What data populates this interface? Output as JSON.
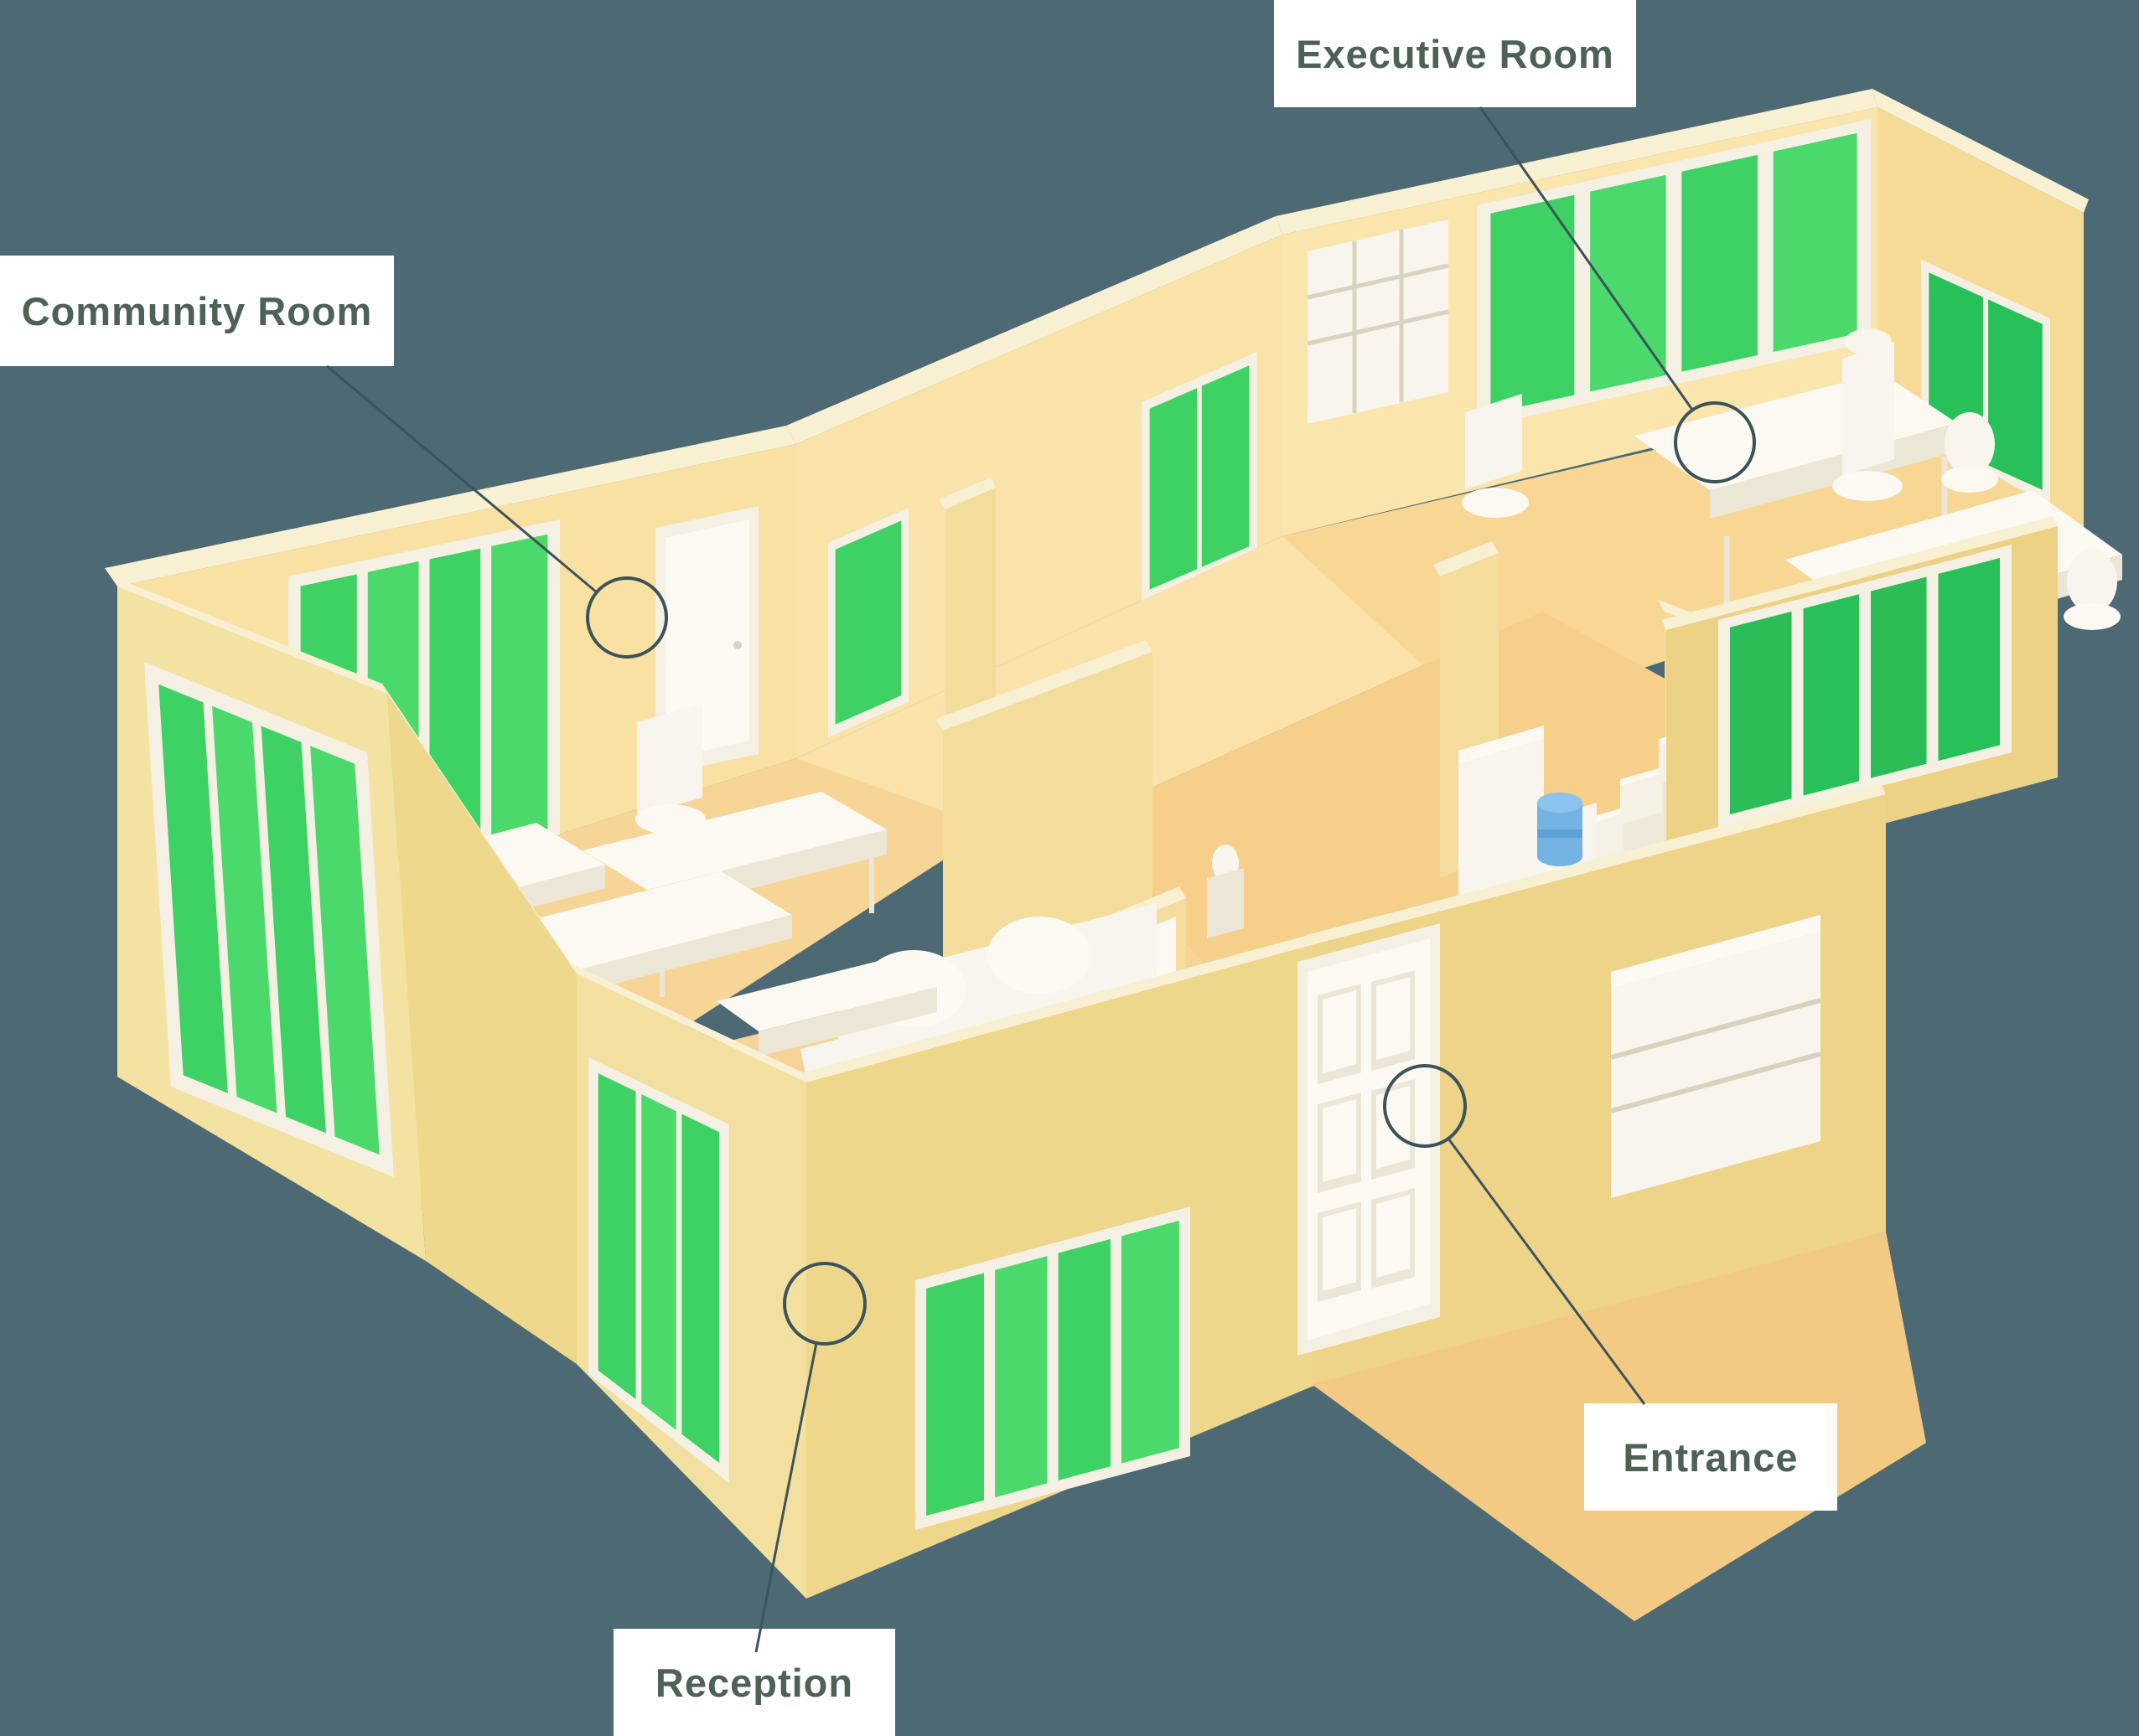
{
  "page": {
    "type": "isometric-office-floor-plan",
    "background_color": "#4d6973"
  },
  "annotations": {
    "community_room": {
      "label": "Community Room"
    },
    "executive_room": {
      "label": "Executive Room"
    },
    "entrance": {
      "label": "Entrance"
    },
    "reception": {
      "label": "Reception"
    }
  },
  "colors": {
    "background": "#4d6973",
    "label_bg": "#ffffff",
    "label_text": "#4e6156",
    "marker_line": "#3b535a",
    "pale_top": "#f8f0d2",
    "wall_int1": "#f9e1a4",
    "wall_int2": "#f9e3a8",
    "wall_int3": "#fae5ac",
    "wall_int_side": "#f5db96",
    "wall_ext_lit": "#f4e2a2",
    "wall_ext_mid": "#f3e0a0",
    "wall_ext_dark": "#eed68b",
    "wall_ext_dark2": "#eed488",
    "wall_ext_exec": "#edd286",
    "wall_front_comm": "#eed88c",
    "partition": "#f4dd9c",
    "floor1": "#f7d596",
    "floor2": "#fbe2aa",
    "floor3": "#f8d795",
    "floor4": "#f6cf8a",
    "floor5": "#f8d397",
    "mat": "#f3ca83",
    "white": "#f8f5ee",
    "white_bright": "#fbf9f2",
    "white_shade": "#ece6d6",
    "white_side": "#efe9d9",
    "frame": "#f4f0e4",
    "riser": "#f5f1e6",
    "shelf_line": "#d9d2bf",
    "window_green": "#3ed163",
    "window_green2": "#4bd96b",
    "window_green_dark": "#2dbd56",
    "window_green_deep": "#28c058",
    "cooler_blue": "#74b3e4",
    "cooler_blue_light": "#8cc4ee",
    "cooler_blue_dark": "#5ea3d8"
  }
}
